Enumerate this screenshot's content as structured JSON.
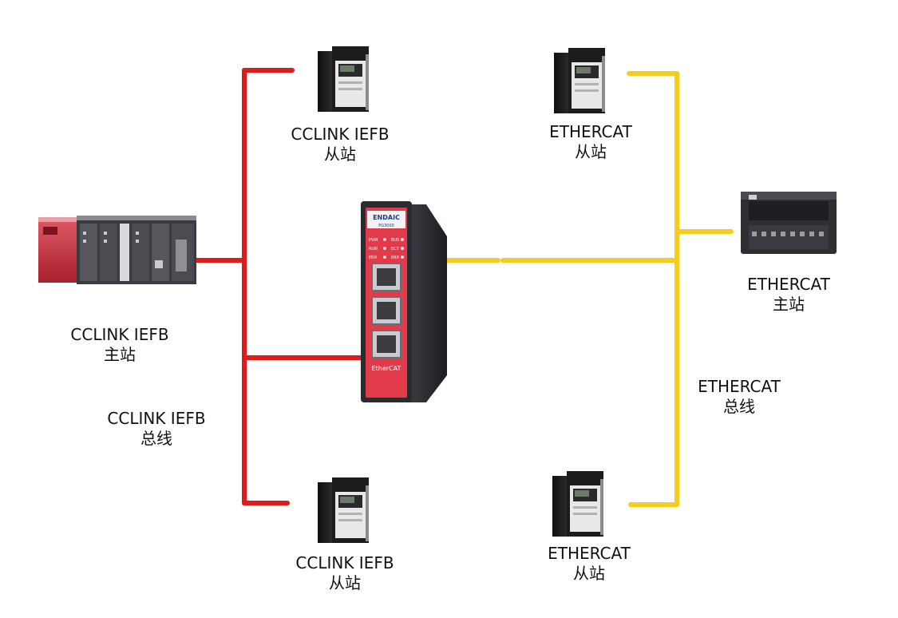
{
  "colors": {
    "cclink_bus": "#e01b1b",
    "ethercat_bus": "#f5cd1f",
    "gateway_body": "#2a2c30",
    "gateway_face": "#e23a4a",
    "drive_body": "#1c1c1e",
    "drive_panel": "#e8e8ea",
    "plc_red": "#c8283a"
  },
  "gateway": {
    "brand": "ENDAIC",
    "model": "PG3000",
    "indicators": [
      "PWR",
      "RUN",
      "ERR",
      "BUS",
      "ECT",
      "ERR"
    ],
    "bottom_text": "EtherCAT"
  },
  "nodes": {
    "cclink_slave_top": {
      "line1": "CCLINK IEFB",
      "line2": "从站"
    },
    "ethercat_slave_top": {
      "line1": "ETHERCAT",
      "line2": "从站"
    },
    "cclink_master": {
      "line1": "CCLINK IEFB",
      "line2": "主站"
    },
    "ethercat_master": {
      "line1": "ETHERCAT",
      "line2": "主站"
    },
    "cclink_bus": {
      "line1": "CCLINK IEFB",
      "line2": "总线"
    },
    "ethercat_bus": {
      "line1": "ETHERCAT",
      "line2": "总线"
    },
    "cclink_slave_bottom": {
      "line1": "CCLINK IEFB",
      "line2": "从站"
    },
    "ethercat_slave_bottom": {
      "line1": "ETHERCAT",
      "line2": "从站"
    }
  }
}
